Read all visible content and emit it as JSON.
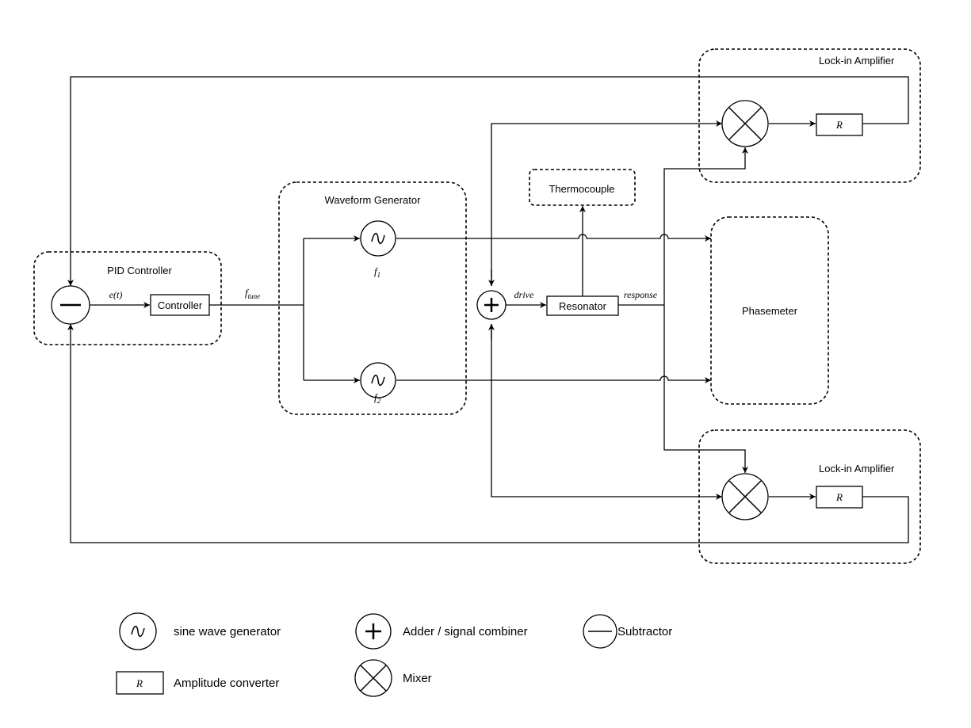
{
  "groups": {
    "lockin_top": "Lock-in Amplifier",
    "lockin_bottom": "Lock-in Amplifier",
    "waveform_generator": "Waveform Generator",
    "pid_controller": "PID Controller",
    "thermocouple": "Thermocouple",
    "phasemeter": "Phasemeter"
  },
  "blocks": {
    "controller": "Controller",
    "resonator": "Resonator",
    "amp_top": "R",
    "amp_bottom": "R"
  },
  "signals": {
    "error": "e(t)",
    "f_tune_main": "f",
    "f_tune_sub": "tune",
    "f1_main": "f",
    "f1_sub": "1",
    "f2_main": "f",
    "f2_sub": "2",
    "drive": "drive",
    "response": "response"
  },
  "legend": {
    "sine": "sine wave generator",
    "adder": "Adder / signal combiner",
    "subtractor": "Subtractor",
    "amplitude_symbol": "R",
    "amplitude": "Amplitude converter",
    "mixer": "Mixer"
  }
}
